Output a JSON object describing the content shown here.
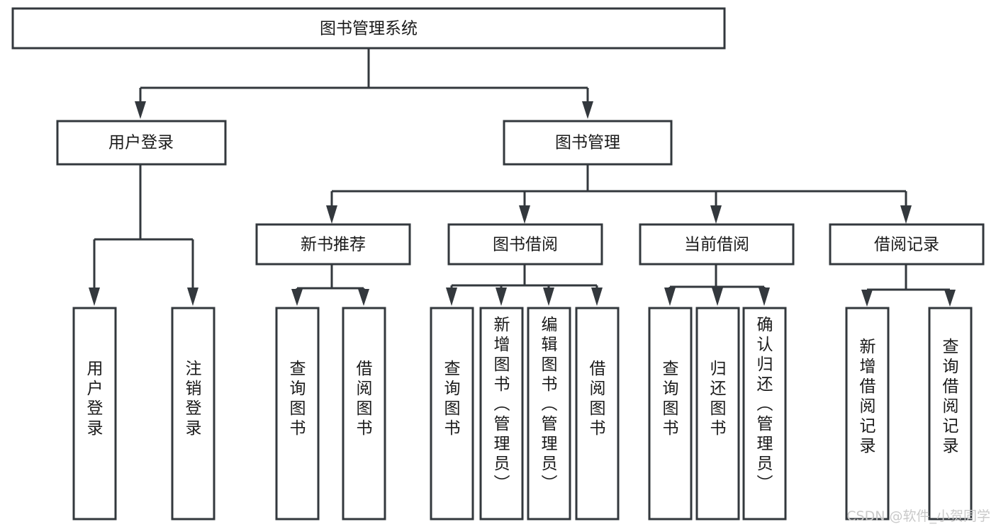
{
  "diagram": {
    "type": "tree",
    "orientation": "top-down",
    "title_text": "图书管理系统",
    "root": {
      "id": "root",
      "label": "图书管理系统",
      "text_orientation": "horizontal"
    },
    "levels": [
      {
        "level": 1,
        "nodes": [
          {
            "id": "user-login",
            "label": "用户登录",
            "text_orientation": "horizontal"
          },
          {
            "id": "book-management",
            "label": "图书管理",
            "text_orientation": "horizontal"
          }
        ]
      },
      {
        "level": 2,
        "nodes": [
          {
            "id": "new-book-recommend",
            "label": "新书推荐",
            "text_orientation": "horizontal",
            "parent": "book-management"
          },
          {
            "id": "book-borrow",
            "label": "图书借阅",
            "text_orientation": "horizontal",
            "parent": "book-management"
          },
          {
            "id": "current-borrow",
            "label": "当前借阅",
            "text_orientation": "horizontal",
            "parent": "book-management"
          },
          {
            "id": "borrow-record",
            "label": "借阅记录",
            "text_orientation": "horizontal",
            "parent": "book-management"
          }
        ]
      },
      {
        "level": 3,
        "nodes": [
          {
            "id": "leaf-user-login",
            "label": "用户登录",
            "text_orientation": "vertical",
            "parent": "user-login"
          },
          {
            "id": "leaf-logout-login",
            "label": "注销登录",
            "text_orientation": "vertical",
            "parent": "user-login"
          },
          {
            "id": "leaf-query-book-1",
            "label": "查询图书",
            "text_orientation": "vertical",
            "parent": "new-book-recommend"
          },
          {
            "id": "leaf-borrow-book-1",
            "label": "借阅图书",
            "text_orientation": "vertical",
            "parent": "new-book-recommend"
          },
          {
            "id": "leaf-query-book-2",
            "label": "查询图书",
            "text_orientation": "vertical",
            "parent": "book-borrow"
          },
          {
            "id": "leaf-add-book",
            "label": "新增图书（管理员）",
            "text_orientation": "vertical",
            "parent": "book-borrow"
          },
          {
            "id": "leaf-edit-book",
            "label": "编辑图书（管理员）",
            "text_orientation": "vertical",
            "parent": "book-borrow"
          },
          {
            "id": "leaf-borrow-book-2",
            "label": "借阅图书",
            "text_orientation": "vertical",
            "parent": "book-borrow"
          },
          {
            "id": "leaf-query-book-3",
            "label": "查询图书",
            "text_orientation": "vertical",
            "parent": "current-borrow"
          },
          {
            "id": "leaf-return-book",
            "label": "归还图书",
            "text_orientation": "vertical",
            "parent": "current-borrow"
          },
          {
            "id": "leaf-confirm-return",
            "label": "确认归还（管理员）",
            "text_orientation": "vertical",
            "parent": "current-borrow"
          },
          {
            "id": "leaf-add-record",
            "label": "新增借阅记录",
            "text_orientation": "vertical",
            "parent": "borrow-record"
          },
          {
            "id": "leaf-query-record",
            "label": "查询借阅记录",
            "text_orientation": "vertical",
            "parent": "borrow-record"
          }
        ]
      }
    ]
  },
  "watermark": {
    "label": "CSDN @软件_小贺同学"
  },
  "colors": {
    "background": "#ffffff",
    "box_fill": "#ffffff",
    "box_stroke": "#33383d",
    "text": "#1a1a1a",
    "watermark": "#c9c9c9"
  }
}
